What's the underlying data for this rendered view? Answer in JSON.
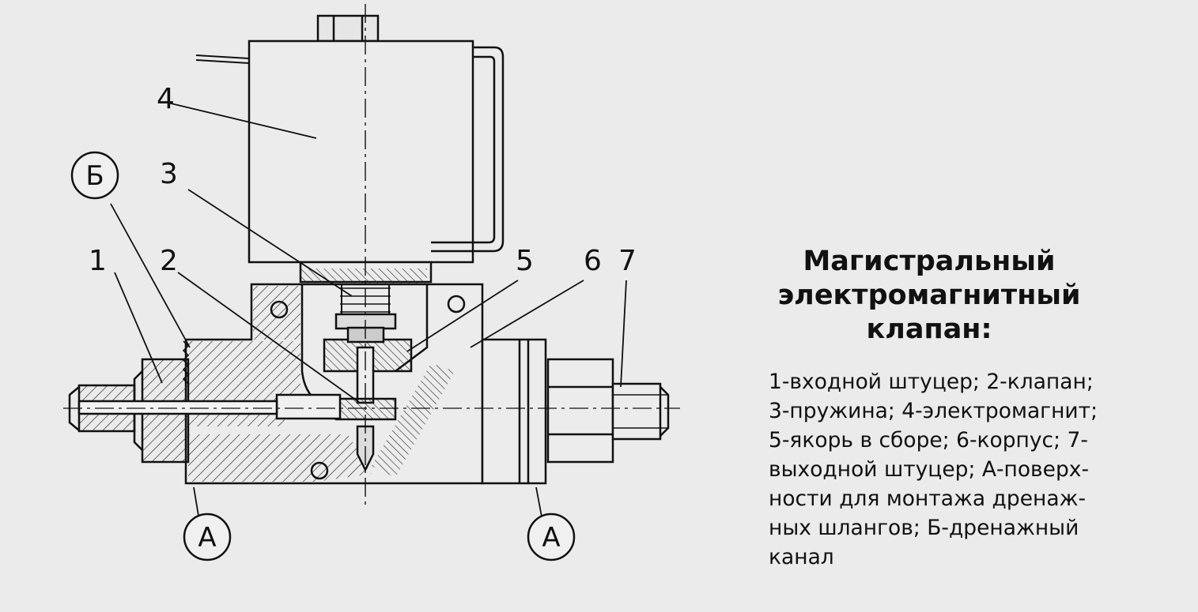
{
  "title_lines": [
    "Магистральный",
    "электромагнитный",
    "клапан:"
  ],
  "caption_lines": [
    "1-входной штуцер; 2-клапан;",
    "3-пружина; 4-электромагнит;",
    "5-якорь в сборе; 6-корпус; 7-",
    "выходной штуцер; А-поверх-",
    "ности для монтажа дренаж-",
    "ных шлангов; Б-дренажный",
    "канал"
  ],
  "callouts": {
    "n1": "1",
    "n2": "2",
    "n3": "3",
    "n4": "4",
    "n5": "5",
    "n6": "6",
    "n7": "7",
    "b": "Б",
    "a_left": "А",
    "a_right": "А"
  },
  "colors": {
    "ink": "#111111",
    "paper": "#ebebeb"
  }
}
